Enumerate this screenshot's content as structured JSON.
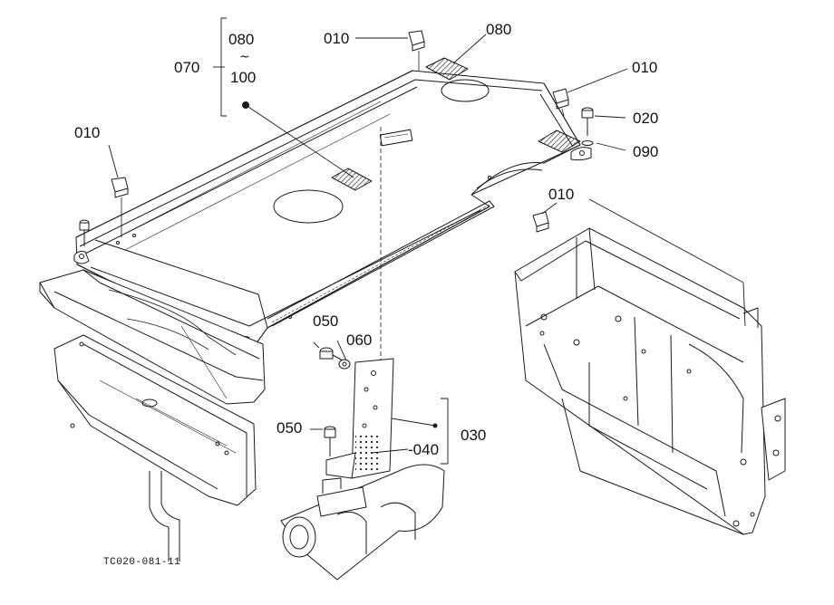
{
  "callouts": {
    "p010_top": "010",
    "p010_right": "010",
    "p010_left": "010",
    "p010_mid": "010",
    "p020": "020",
    "p090": "090",
    "p080_right": "080",
    "bracket_top": "080",
    "bracket_tilde": "~",
    "bracket_bottom": "100",
    "p070": "070",
    "p050_top": "050",
    "p060": "060",
    "p050_bottom": "050",
    "p040": "-040",
    "p030": "030"
  },
  "reference_code": "TC020-081-11",
  "colors": {
    "line": "#1a1a1a",
    "background": "#ffffff",
    "hatch": "#333333"
  }
}
